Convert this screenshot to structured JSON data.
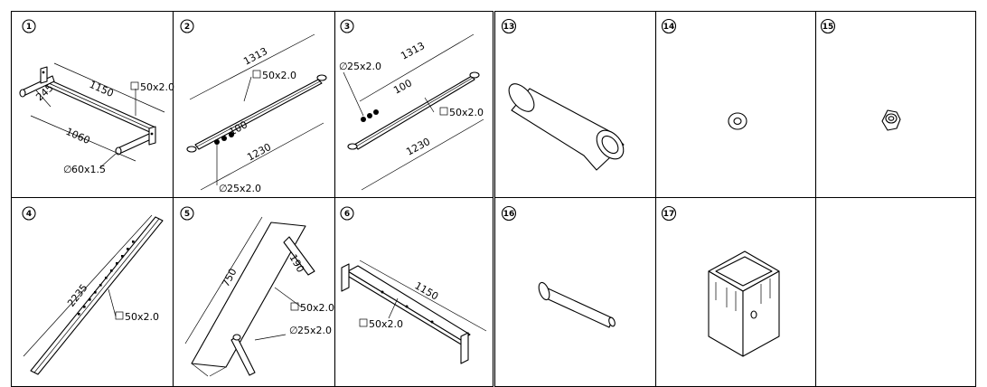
{
  "panels": [
    {
      "id": "p1",
      "number": "1",
      "labels": {
        "len": "1150",
        "dep": "245",
        "inner": "1060",
        "sect": "50x2.0",
        "tube": "60x1.5"
      }
    },
    {
      "id": "p2",
      "number": "2",
      "labels": {
        "top": "1313",
        "sect": "50x2.0",
        "pin": "100",
        "bottom": "1230",
        "tube": "25x2.0"
      }
    },
    {
      "id": "p3",
      "number": "3",
      "labels": {
        "top": "1313",
        "tube": "25x2.0",
        "pin": "100",
        "sect": "50x2.0",
        "bottom": "1230"
      }
    },
    {
      "id": "p4",
      "number": "4",
      "labels": {
        "len": "2235",
        "sect": "50x2.0"
      }
    },
    {
      "id": "p5",
      "number": "5",
      "labels": {
        "len": "750",
        "arm": "190",
        "sect": "50x2.0",
        "tube": "25x2.0"
      }
    },
    {
      "id": "p6",
      "number": "6",
      "labels": {
        "len": "1150",
        "sect": "50x2.0"
      }
    },
    {
      "id": "p13",
      "number": "13"
    },
    {
      "id": "p14",
      "number": "14"
    },
    {
      "id": "p15",
      "number": "15"
    },
    {
      "id": "p16",
      "number": "16"
    },
    {
      "id": "p17",
      "number": "17"
    }
  ]
}
